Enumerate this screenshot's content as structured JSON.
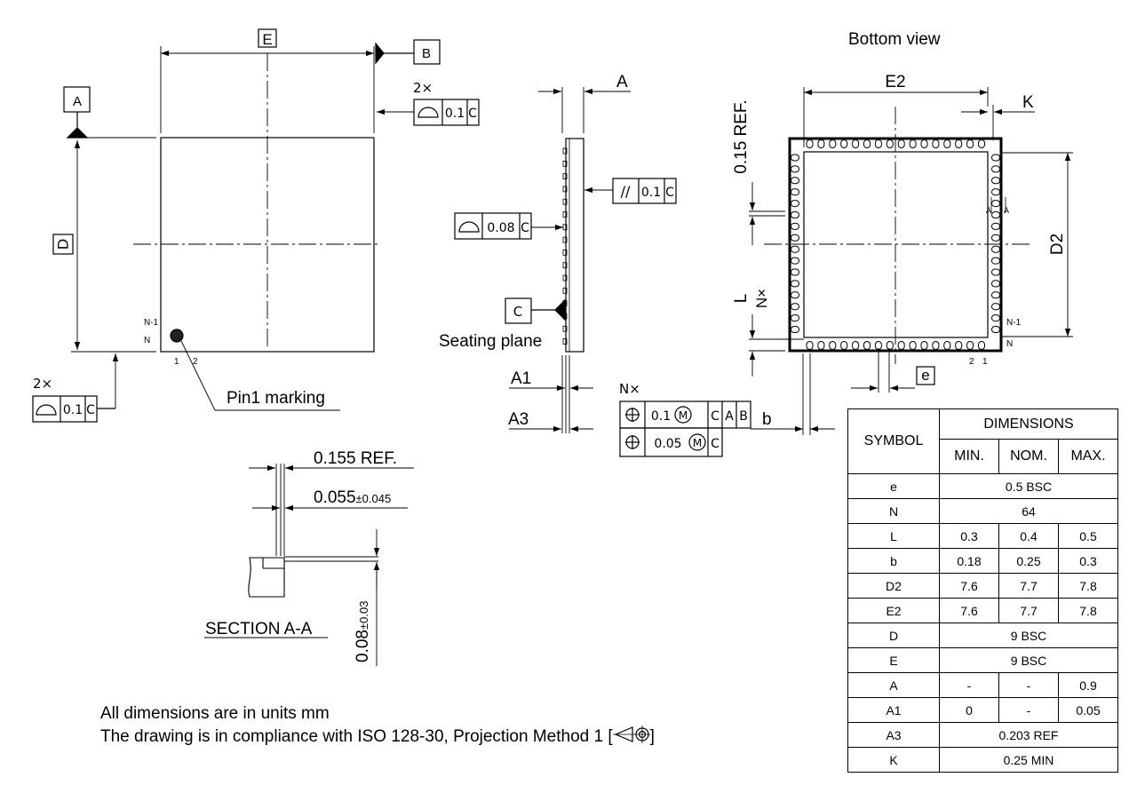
{
  "top_view": {
    "datum_e": "E",
    "datum_d": "D",
    "datum_a": "A",
    "datum_b": "B",
    "count_top": "2×",
    "tol_top": "0.1",
    "ref_top": "C",
    "count_left": "2×",
    "tol_left": "0.1",
    "ref_left": "C",
    "pin_n1": "N-1",
    "pin_n": "N",
    "pin_1": "1",
    "pin_2": "2",
    "pin1_label": "Pin1 marking"
  },
  "side_view": {
    "dim_a": "A",
    "tol_parallel": "0.1",
    "ref_parallel": "C",
    "parallel_sym": "//",
    "tol_flat": "0.08",
    "ref_flat": "C",
    "datum_c": "C",
    "seating_label": "Seating plane",
    "dim_a1": "A1",
    "dim_a3": "A3",
    "count_pos": "N×",
    "pos_tol1": "0.1",
    "pos_ref1a": "C",
    "pos_ref1b": "A",
    "pos_ref1c": "B",
    "pos_tol2": "0.05",
    "pos_ref2": "C",
    "mod_m": "M",
    "dim_b": "b"
  },
  "bottom_view": {
    "title": "Bottom view",
    "dim_e2": "E2",
    "dim_k": "K",
    "dim_ref": "0.15 REF.",
    "dim_d2": "D2",
    "dim_l": "L",
    "dim_nx": "N×",
    "dim_e": "e",
    "pin_n1": "N-1",
    "pin_n": "N",
    "pin_2": "2",
    "pin_1": "1",
    "sec_a": "A"
  },
  "section": {
    "ref_dim": "0.155 REF.",
    "dim_main": "0.055",
    "dim_tol": "±0.045",
    "vert_main": "0.08",
    "vert_tol": "±0.03",
    "title": "SECTION A-A"
  },
  "notes": {
    "line1": "All dimensions are in units mm",
    "line2": "The drawing is in compliance with ISO 128-30, Projection Method 1 ["
  },
  "table": {
    "symbol_header": "SYMBOL",
    "dimensions_header": "DIMENSIONS",
    "min_header": "MIN.",
    "nom_header": "NOM.",
    "max_header": "MAX.",
    "rows": [
      {
        "symbol": "e",
        "span": "0.5 BSC"
      },
      {
        "symbol": "N",
        "span": "64"
      },
      {
        "symbol": "L",
        "min": "0.3",
        "nom": "0.4",
        "max": "0.5"
      },
      {
        "symbol": "b",
        "min": "0.18",
        "nom": "0.25",
        "max": "0.3"
      },
      {
        "symbol": "D2",
        "min": "7.6",
        "nom": "7.7",
        "max": "7.8"
      },
      {
        "symbol": "E2",
        "min": "7.6",
        "nom": "7.7",
        "max": "7.8"
      },
      {
        "symbol": "D",
        "span": "9 BSC"
      },
      {
        "symbol": "E",
        "span": "9 BSC"
      },
      {
        "symbol": "A",
        "min": "-",
        "nom": "-",
        "max": "0.9"
      },
      {
        "symbol": "A1",
        "min": "0",
        "nom": "-",
        "max": "0.05"
      },
      {
        "symbol": "A3",
        "span": "0.203 REF"
      },
      {
        "symbol": "K",
        "span": "0.25 MIN"
      }
    ]
  }
}
